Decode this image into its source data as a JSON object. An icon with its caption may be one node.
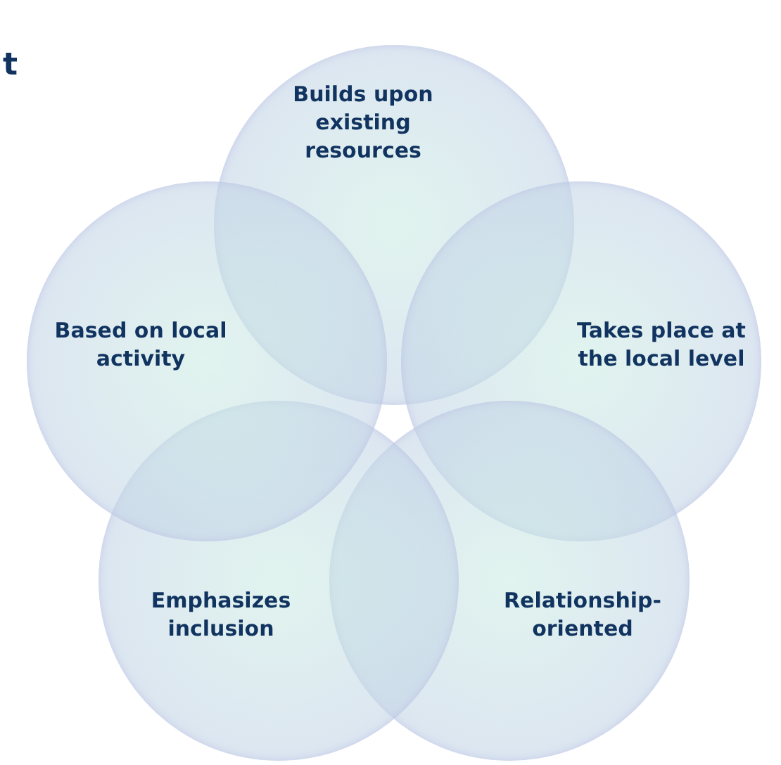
{
  "diagram": {
    "nodes": [
      {
        "text": [
          "Builds upon existing resources"
        ]
      },
      {
        "text": [
          "Takes place at the local level"
        ]
      },
      {
        "text": [
          "Relationship-oriented"
        ]
      },
      {
        "text": [
          "Emphasizes inclusion"
        ]
      },
      {
        "text": [
          "Based on local activity"
        ]
      }
    ],
    "labels": [
      "t"
    ]
  }
}
